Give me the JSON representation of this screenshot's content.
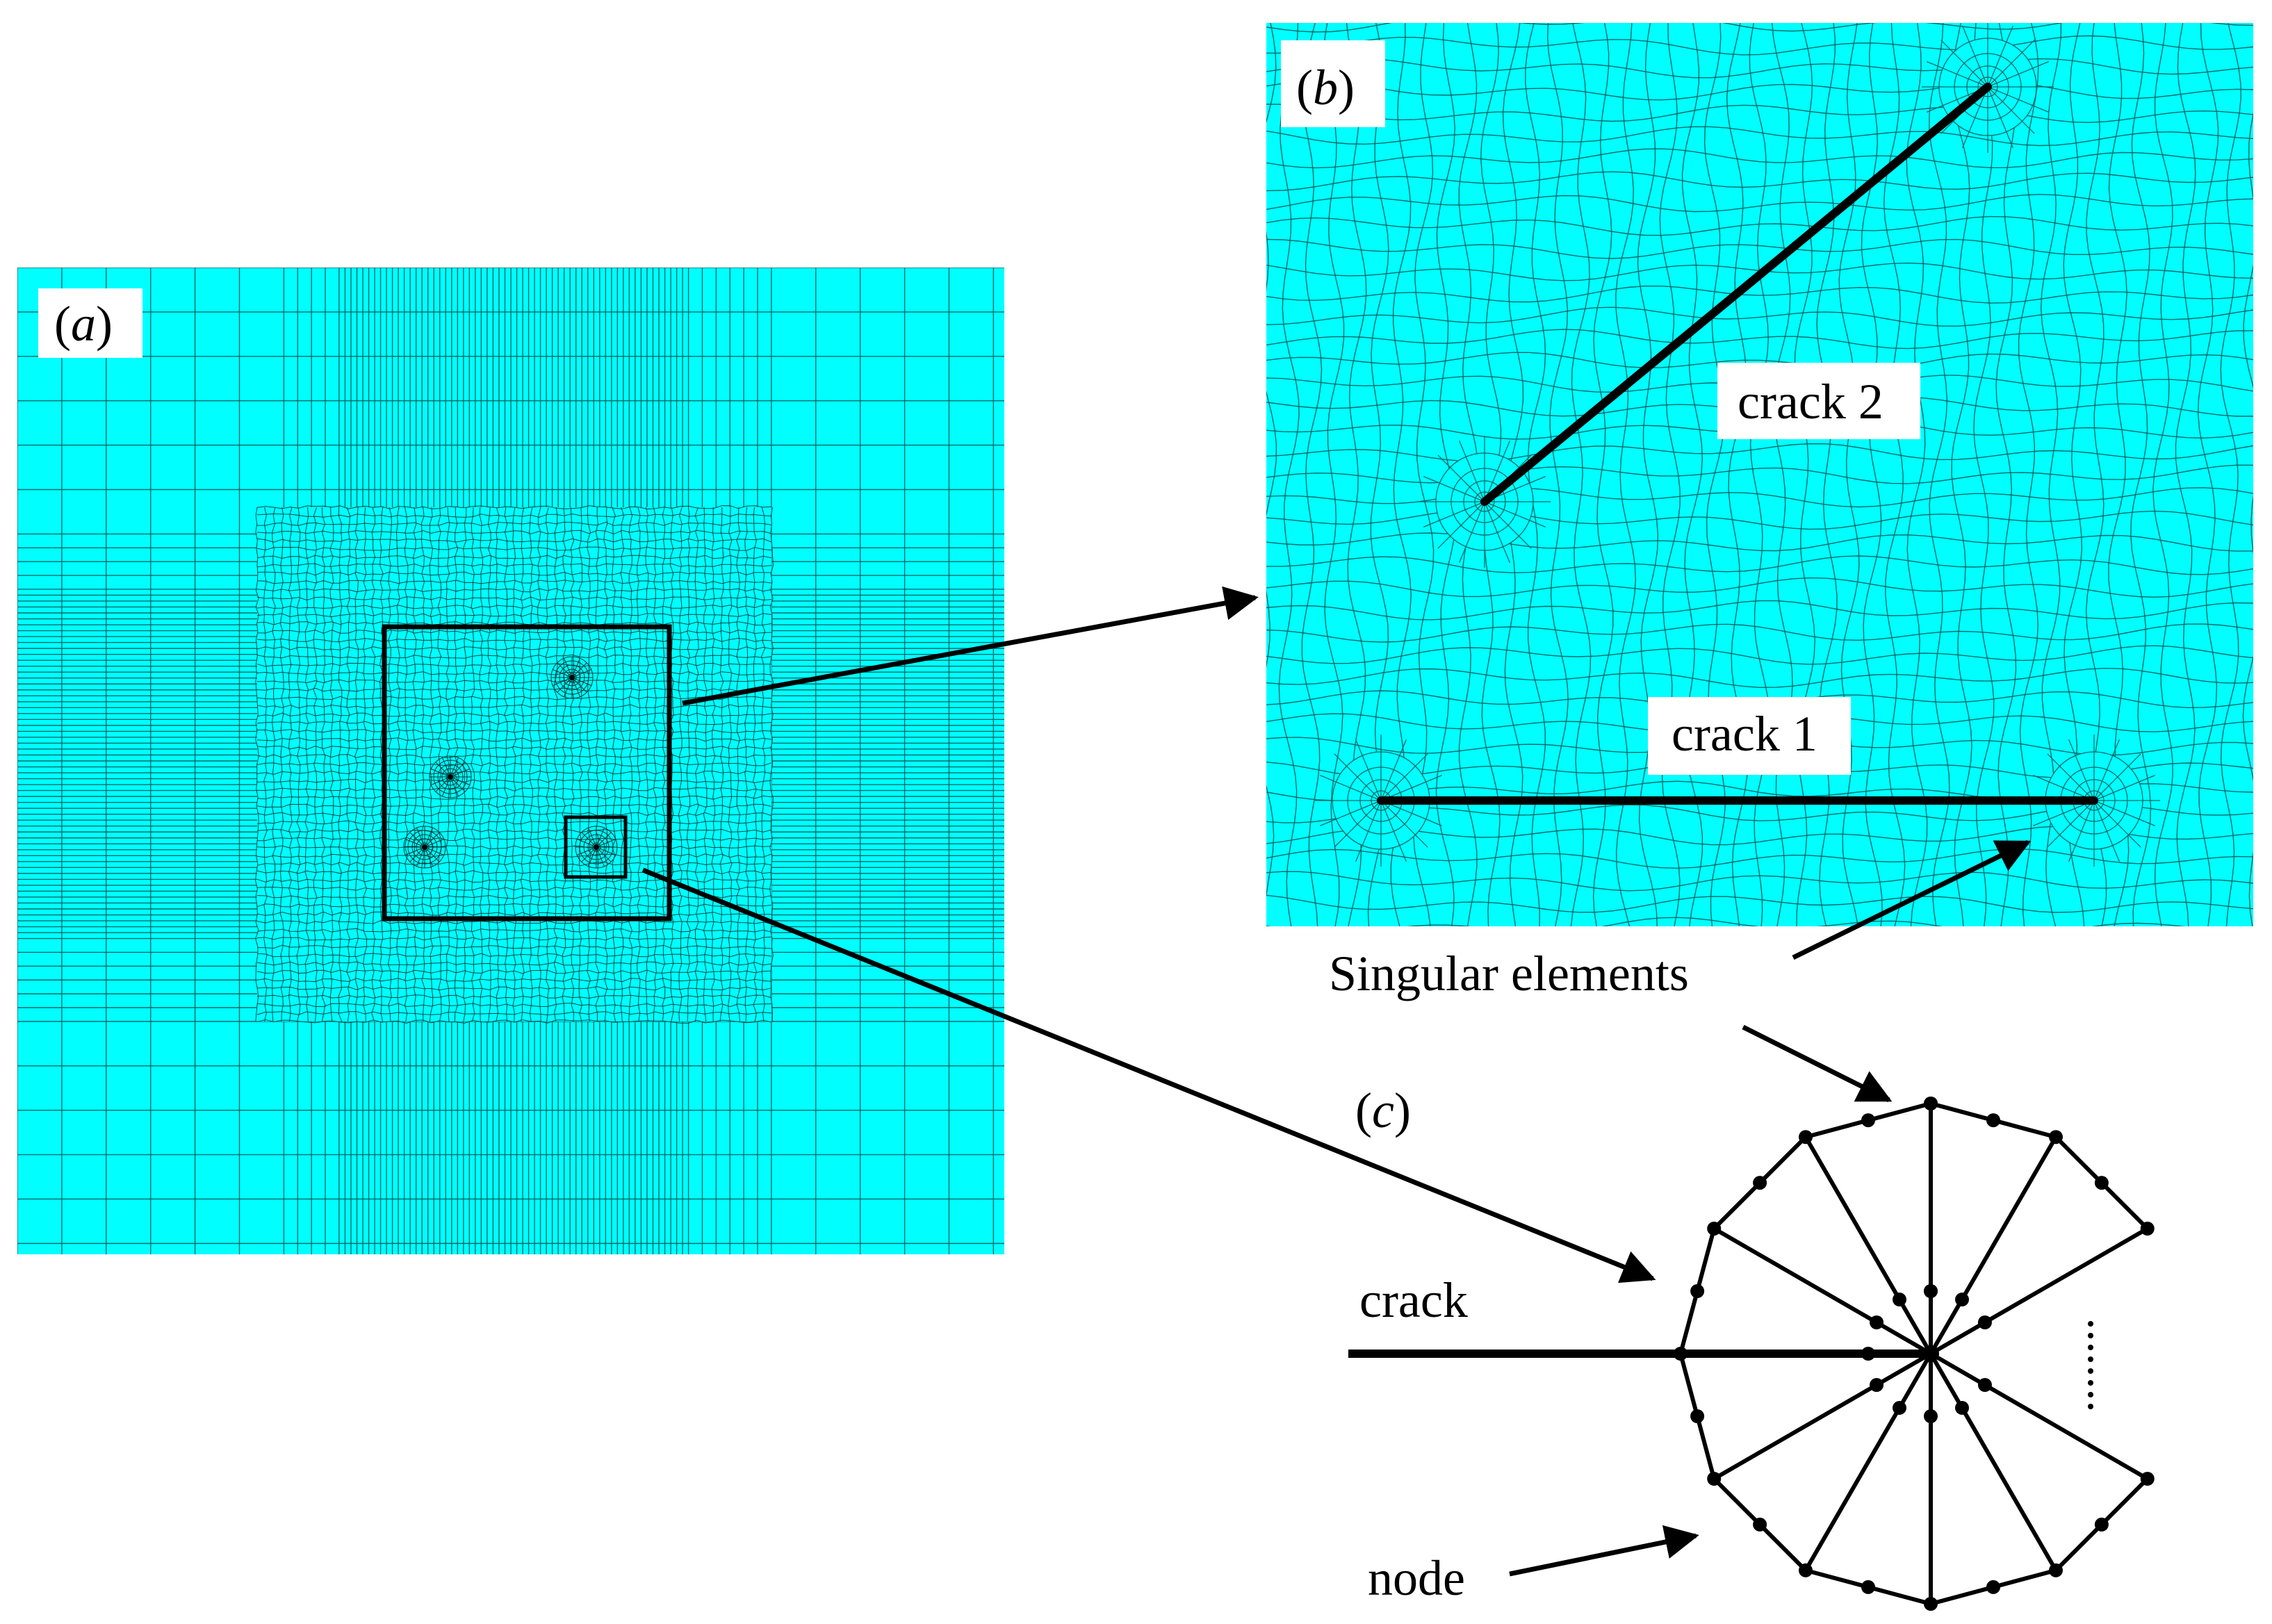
{
  "panels": {
    "a": {
      "label_open": "(",
      "label_letter": "a",
      "label_close": ")"
    },
    "b": {
      "label_open": "(",
      "label_letter": "b",
      "label_close": ")"
    },
    "c": {
      "label_open": "(",
      "label_letter": "c",
      "label_close": ")"
    }
  },
  "labels": {
    "crack1": "crack 1",
    "crack2": "crack 2",
    "singular_elements": "Singular elements",
    "crack": "crack",
    "node": "node"
  },
  "colors": {
    "mesh_fill": "#00FFFF",
    "mesh_line": "#006a6a",
    "ink": "#000000"
  }
}
